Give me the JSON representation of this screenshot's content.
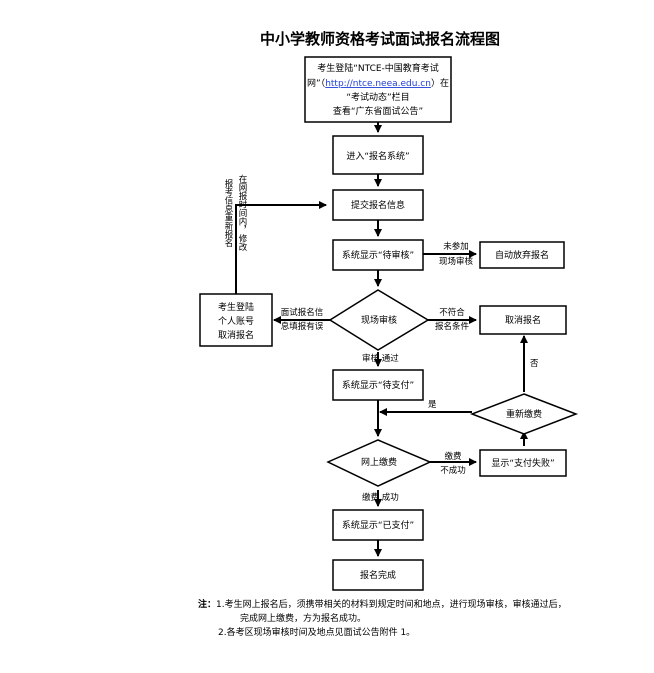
{
  "title": "中小学教师资格考试面试报名流程图",
  "nodes": {
    "start": {
      "l1": "考生登陆“NTCE-中国教育考试",
      "l2a": "网”（",
      "l2link": "http://ntce.neea.edu.cn",
      "l2b": "）在",
      "l3": "“考试动态”栏目",
      "l4": "查看“广东省面试公告”"
    },
    "enter": "进入“报名系统”",
    "submit": "提交报名信息",
    "pending_review": "系统显示“待审核”",
    "auto_abandon": "自动放弃报名",
    "review": "现场审核",
    "login_account": {
      "l1": "考生登陆",
      "l2": "个人账号",
      "l3": "取消报名"
    },
    "cancel": "取消报名",
    "pending_pay": "系统显示“待支付”",
    "repay": "重新缴费",
    "pay": "网上缴费",
    "pay_fail": "显示“支付失败”",
    "paid": "系统显示“已支付”",
    "done": "报名完成"
  },
  "edges": {
    "not_attend_1": "未参加",
    "not_attend_2": "现场审核",
    "error_1": "面试报名信",
    "error_2": "息填报有误",
    "reject_1": "不符合",
    "reject_2": "报名条件",
    "review_pass": "审核 通过",
    "repay_yes": "是",
    "repay_no": "否",
    "pay_fail_1": "缴费",
    "pay_fail_2": "不成功",
    "pay_ok": "缴费 成功",
    "modify_col1": "报考信息重新报名",
    "modify_col2": "在网报时间内，修改"
  },
  "notes": {
    "prefix": "注：",
    "n1a": "1.考生网上报名后，须携带相关的材料到规定时间和地点，进行现场审核，审核通过后，",
    "n1b": "完成网上缴费，方为报名成功。",
    "n2": "2.各考区现场审核时间及地点见面试公告附件 1。"
  }
}
